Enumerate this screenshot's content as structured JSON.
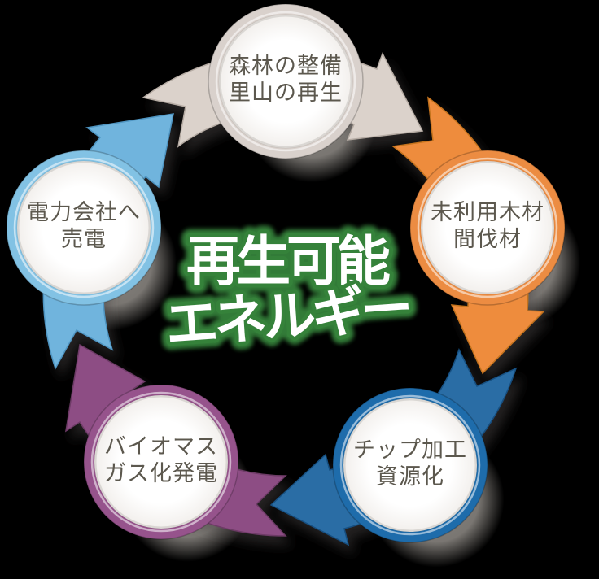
{
  "background_color": "#000000",
  "title": {
    "line1": "再生可能",
    "line2": "エネルギー",
    "fill": "#ffffff",
    "outline": "#35823a"
  },
  "label_text_color": "#5c584e",
  "nodes": [
    {
      "name": "forest",
      "line1": "森林の整備",
      "line2": "里山の再生",
      "ring_color": "#d9d1cc",
      "arrow_color": "#dbd2cb"
    },
    {
      "name": "unused-wood",
      "line1": "未利用木材",
      "line2": "間伐材",
      "ring_color": "#ec8c42",
      "arrow_color": "#ee8c3e"
    },
    {
      "name": "chip",
      "line1": "チップ加工",
      "line2": "資源化",
      "ring_color": "#1e6cab",
      "arrow_color": "#2b6da5"
    },
    {
      "name": "biomass",
      "line1": "バイオマス",
      "line2": "ガス化発電",
      "ring_color": "#96538c",
      "arrow_color": "#8d4e84"
    },
    {
      "name": "sell-power",
      "line1": "電力会社へ",
      "line2": "売電",
      "ring_color": "#82c2e4",
      "arrow_color": "#6fb4dd"
    }
  ]
}
